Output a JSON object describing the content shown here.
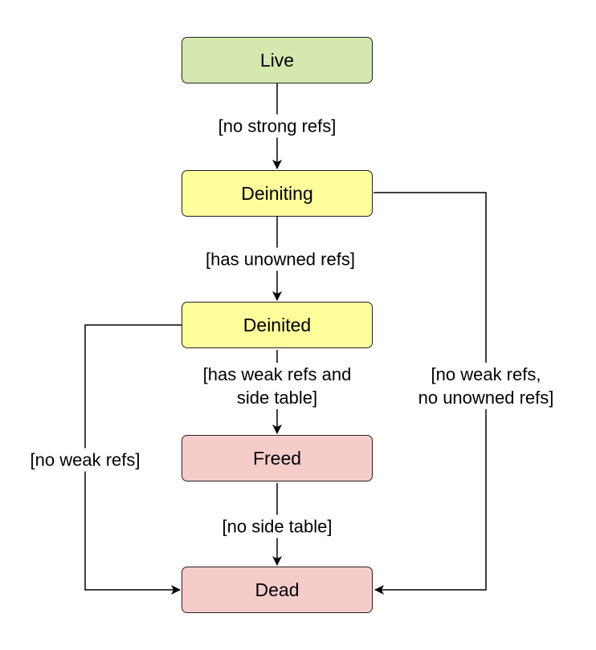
{
  "nodes": {
    "live": {
      "label": "Live",
      "fill": "#d5e8b0"
    },
    "deiniting": {
      "label": "Deiniting",
      "fill": "#fdfd9c"
    },
    "deinited": {
      "label": "Deinited",
      "fill": "#fdfd9c"
    },
    "freed": {
      "label": "Freed",
      "fill": "#f6cccb"
    },
    "dead": {
      "label": "Dead",
      "fill": "#f6cccb"
    }
  },
  "edges": {
    "live_to_deiniting": {
      "label": "[no strong refs]"
    },
    "deiniting_to_deinited": {
      "label": "[has unowned refs]"
    },
    "deinited_to_freed": {
      "line1": "[has weak refs and",
      "line2": "side table]"
    },
    "freed_to_dead": {
      "label": "[no side table]"
    },
    "deinited_to_dead": {
      "label": "[no weak refs]"
    },
    "deiniting_to_dead": {
      "line1": "[no weak refs,",
      "line2": "no unowned refs]"
    }
  }
}
